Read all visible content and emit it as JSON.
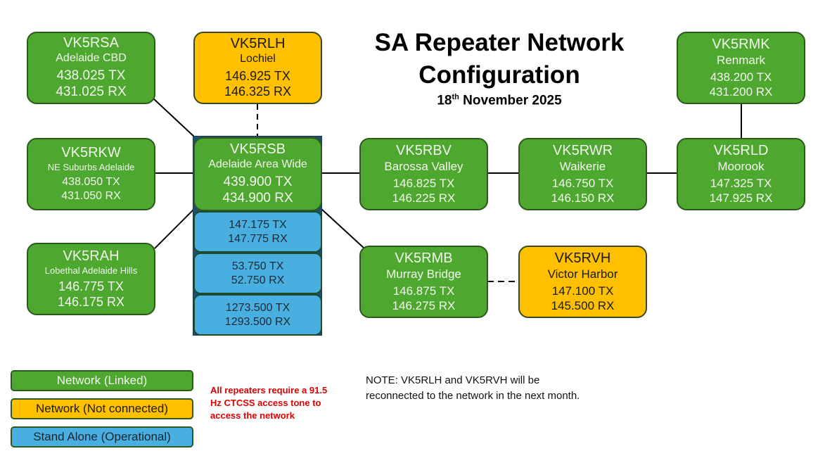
{
  "title": {
    "line1": "SA Repeater Network",
    "line2": "Configuration",
    "date_day": "18",
    "date_suffix": "th",
    "date_rest": "November 2025"
  },
  "colors": {
    "linked": "#4ea72e",
    "not_connected": "#ffc000",
    "stand_alone": "#48afe0",
    "ctcss_note": "#e00000"
  },
  "nodes": {
    "rsa": {
      "call": "VK5RSA",
      "location": "Adelaide CBD",
      "tx": "438.025 TX",
      "rx": "431.025 RX",
      "status": "linked"
    },
    "rlh": {
      "call": "VK5RLH",
      "location": "Lochiel",
      "tx": "146.925 TX",
      "rx": "146.325 RX",
      "status": "not_connected"
    },
    "rkw": {
      "call": "VK5RKW",
      "location": "NE Suburbs Adelaide",
      "tx": "438.050 TX",
      "rx": "431.050 RX",
      "status": "linked"
    },
    "rsb": {
      "call": "VK5RSB",
      "location": "Adelaide Area Wide",
      "tx": "439.900 TX",
      "rx": "434.900 RX",
      "status": "linked"
    },
    "rah": {
      "call": "VK5RAH",
      "location": "Lobethal Adelaide Hills",
      "tx": "146.775 TX",
      "rx": "146.175 RX",
      "status": "linked"
    },
    "rbv": {
      "call": "VK5RBV",
      "location": "Barossa Valley",
      "tx": "146.825 TX",
      "rx": "146.225 RX",
      "status": "linked"
    },
    "rwr": {
      "call": "VK5RWR",
      "location": "Waikerie",
      "tx": "146.750 TX",
      "rx": "146.150 RX",
      "status": "linked"
    },
    "rld": {
      "call": "VK5RLD",
      "location": "Moorook",
      "tx": "147.325 TX",
      "rx": "147.925 RX",
      "status": "linked"
    },
    "rmk": {
      "call": "VK5RMK",
      "location": "Renmark",
      "tx": "438.200 TX",
      "rx": "431.200 RX",
      "status": "linked"
    },
    "rmb": {
      "call": "VK5RMB",
      "location": "Murray Bridge",
      "tx": "146.875 TX",
      "rx": "146.275 RX",
      "status": "linked"
    },
    "rvh": {
      "call": "VK5RVH",
      "location": "Victor Harbor",
      "tx": "147.100 TX",
      "rx": "145.500 RX",
      "status": "not_connected"
    }
  },
  "rsb_standalone": [
    {
      "tx": "147.175 TX",
      "rx": "147.775 RX",
      "status": "stand_alone"
    },
    {
      "tx": "53.750 TX",
      "rx": "52.750 RX",
      "status": "stand_alone"
    },
    {
      "tx": "1273.500 TX",
      "rx": "1293.500 RX",
      "status": "stand_alone"
    }
  ],
  "links": [
    {
      "from": "rsa",
      "to": "rsb",
      "style": "solid"
    },
    {
      "from": "rkw",
      "to": "rsb",
      "style": "solid"
    },
    {
      "from": "rah",
      "to": "rsb",
      "style": "solid"
    },
    {
      "from": "rlh",
      "to": "rsb",
      "style": "dashed"
    },
    {
      "from": "rsb",
      "to": "rbv",
      "style": "solid"
    },
    {
      "from": "rbv",
      "to": "rwr",
      "style": "solid"
    },
    {
      "from": "rwr",
      "to": "rld",
      "style": "solid"
    },
    {
      "from": "rmk",
      "to": "rld",
      "style": "solid"
    },
    {
      "from": "rsb",
      "to": "rmb",
      "style": "solid"
    },
    {
      "from": "rmb",
      "to": "rvh",
      "style": "dashed"
    }
  ],
  "legend": {
    "linked": "Network (Linked)",
    "not_connected": "Network (Not connected)",
    "stand_alone": "Stand Alone (Operational)"
  },
  "ctcss_note": "All repeaters require a 91.5 Hz CTCSS access tone to access the network",
  "note_line1": "NOTE: VK5RLH and VK5RVH will be",
  "note_line2": "reconnected to the network in the next month."
}
